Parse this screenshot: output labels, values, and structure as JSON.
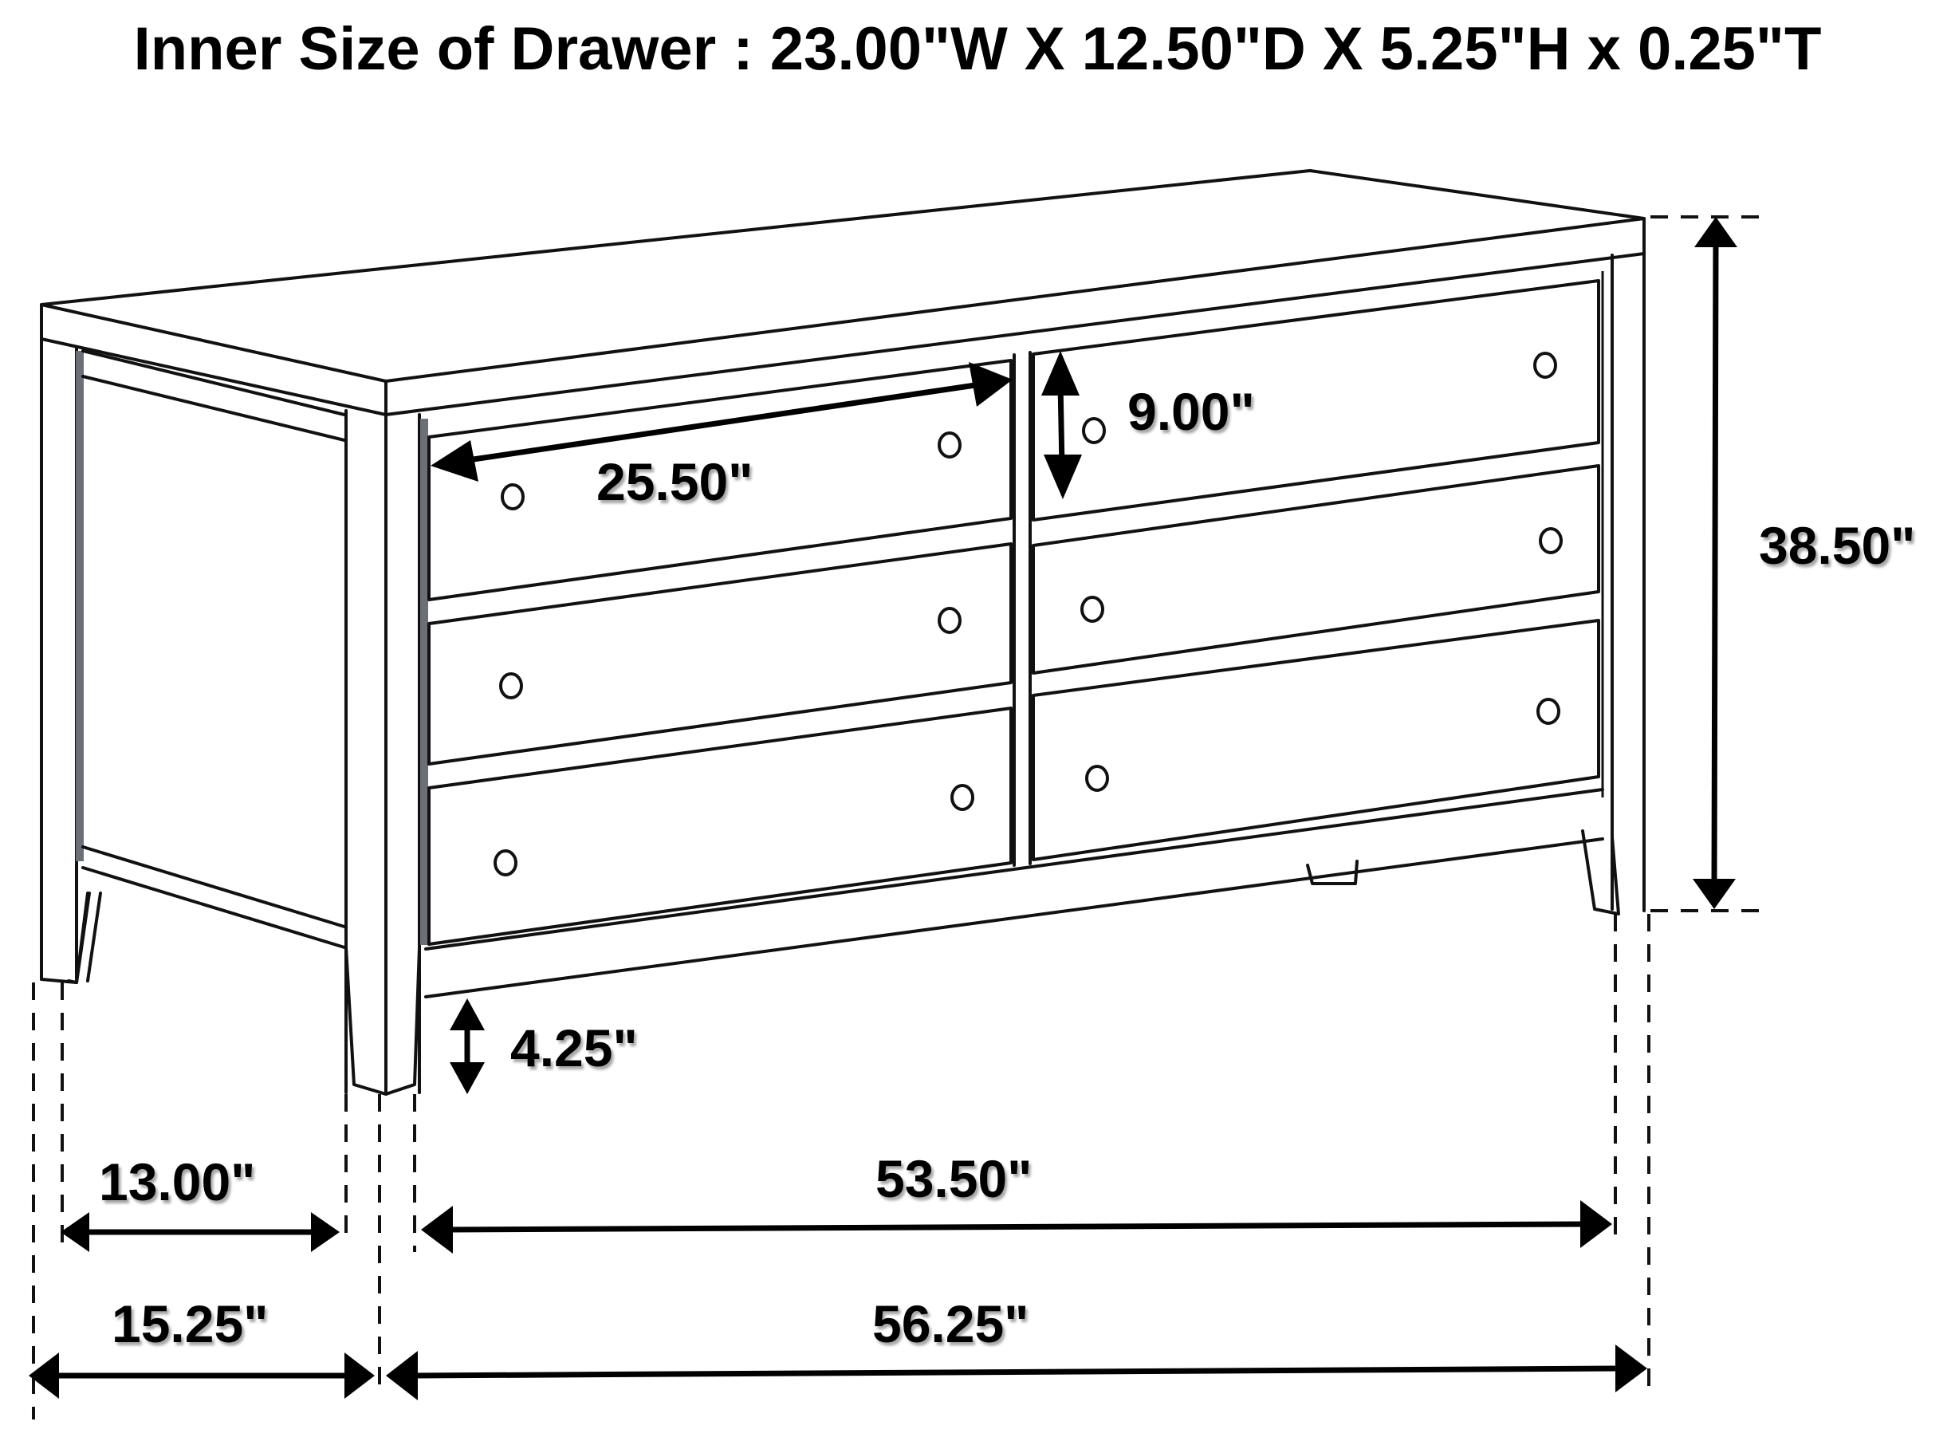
{
  "title": "Inner Size of Drawer : 23.00\"W X 12.50\"D X 5.25\"H x 0.25\"T",
  "colors": {
    "line": "#111111",
    "background": "#ffffff",
    "shade": "#6b6f76"
  },
  "dimensions": {
    "drawer_width": "25.50\"",
    "drawer_height": "9.00\"",
    "total_height": "38.50\"",
    "leg_clearance": "4.25\"",
    "inner_depth": "13.00\"",
    "inner_width": "53.50\"",
    "overall_depth": "15.25\"",
    "overall_width": "56.25\""
  },
  "drawers": {
    "columns": 2,
    "rows": 3,
    "count": 6
  }
}
